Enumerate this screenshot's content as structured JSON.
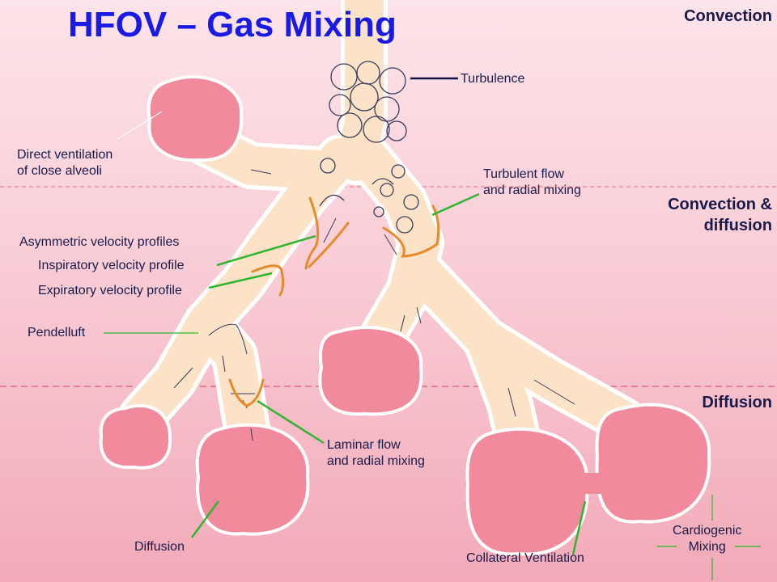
{
  "title": "HFOV – Gas Mixing",
  "zones": {
    "convection": "Convection",
    "convection_diffusion": [
      "Convection &",
      "diffusion"
    ],
    "diffusion": "Diffusion"
  },
  "labels": {
    "turbulence": "Turbulence",
    "direct_ventilation": [
      "Direct ventilation",
      "of close alveoli"
    ],
    "turbulent_flow": [
      "Turbulent flow",
      "and radial mixing"
    ],
    "asymmetric": "Asymmetric velocity profiles",
    "inspiratory": "Inspiratory velocity profile",
    "expiratory": "Expiratory velocity profile",
    "pendelluft": "Pendelluft",
    "laminar_flow": [
      "Laminar flow",
      "and radial mixing"
    ],
    "diffusion": "Diffusion",
    "collateral": "Collateral Ventilation",
    "cardiogenic": [
      "Cardiogenic",
      "Mixing"
    ]
  },
  "colors": {
    "title": "#1a1ae6",
    "airway": "#fce3c8",
    "alveoli": "#f08a9c",
    "leader_green": "#2fb52f",
    "velocity_profile": "#e8892a",
    "divider": "#e36b7f"
  }
}
